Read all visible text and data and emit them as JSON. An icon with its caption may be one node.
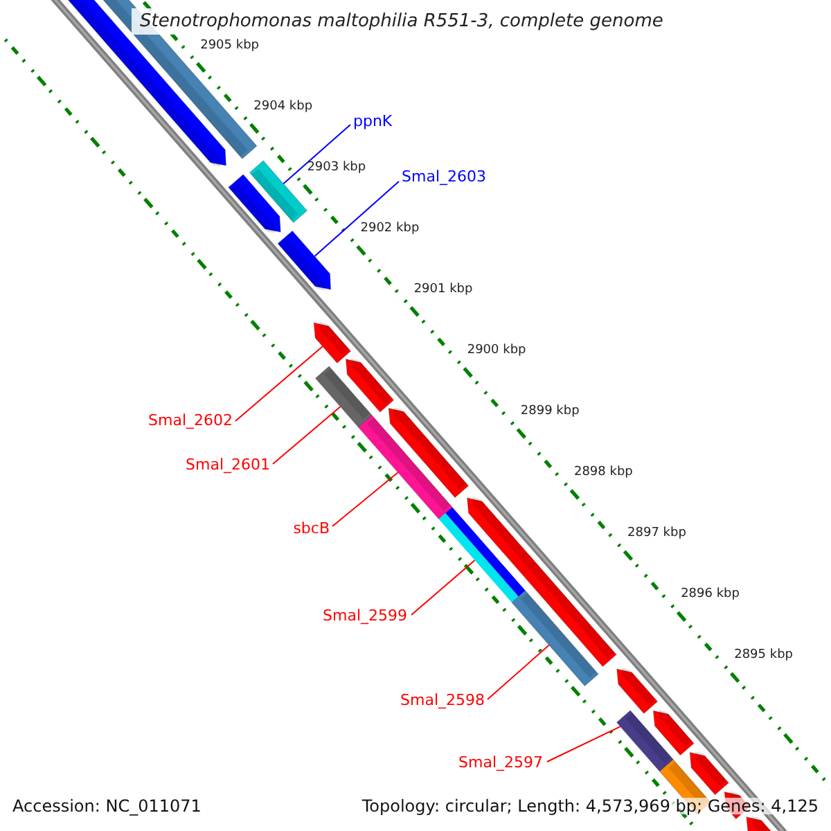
{
  "diagram": {
    "title": "Stenotrophomonas maltophilia R551-3, complete genome",
    "nodes": [
      {
        "text": [
          "ppnK"
        ]
      },
      {
        "text": [
          "Smal_2603"
        ]
      },
      {
        "text": [
          "Smal_2602"
        ]
      },
      {
        "text": [
          "Smal_2601"
        ]
      },
      {
        "text": [
          "sbcB"
        ]
      },
      {
        "text": [
          "Smal_2599"
        ]
      },
      {
        "text": [
          "Smal_2598"
        ]
      },
      {
        "text": [
          "Smal_2597"
        ]
      },
      {
        "text": [],
        "shape": "arrow"
      },
      {
        "text": [],
        "shape": "bar"
      },
      {
        "text": [],
        "shape": "arrow"
      },
      {
        "text": [],
        "shape": "bar"
      },
      {
        "text": [],
        "shape": "arrow"
      },
      {
        "text": [],
        "shape": "arrow"
      },
      {
        "text": [],
        "shape": "bar"
      },
      {
        "text": [],
        "shape": "arrow"
      },
      {
        "text": [],
        "shape": "arrow"
      },
      {
        "text": [],
        "shape": "bar"
      },
      {
        "text": [],
        "shape": "arrow"
      },
      {
        "text": [],
        "shape": "bar"
      },
      {
        "text": [],
        "shape": "bar"
      },
      {
        "text": [],
        "shape": "arrow"
      },
      {
        "text": [],
        "shape": "bar"
      },
      {
        "text": [],
        "shape": "arrow"
      },
      {
        "text": [],
        "shape": "bar"
      },
      {
        "text": [],
        "shape": "arrow"
      },
      {
        "text": [],
        "shape": "arrow"
      },
      {
        "text": [],
        "shape": "arrow"
      }
    ],
    "edges": [
      {
        "from": 0,
        "to": 11,
        "arrow": "none",
        "color": "#0000ff"
      },
      {
        "from": 1,
        "to": 12,
        "arrow": "none",
        "color": "#0000ff"
      },
      {
        "from": 2,
        "to": 13,
        "arrow": "none"
      },
      {
        "from": 3,
        "to": 14,
        "arrow": "none"
      },
      {
        "from": 4,
        "to": 17,
        "arrow": "none"
      },
      {
        "from": 5,
        "to": 19,
        "arrow": "none"
      },
      {
        "from": 6,
        "to": 20,
        "arrow": "none"
      },
      {
        "from": 7,
        "to": 22,
        "arrow": "none"
      }
    ],
    "labels": [
      "2905 kbp",
      "2904 kbp",
      "2903 kbp",
      "2902 kbp",
      "2901 kbp",
      "2900 kbp",
      "2899 kbp",
      "2898 kbp",
      "2897 kbp",
      "2896 kbp",
      "2895 kbp",
      "Accession: NC_011071",
      "Topology: circular; Length: 4,573,969 bp; Genes: 4,125"
    ]
  }
}
